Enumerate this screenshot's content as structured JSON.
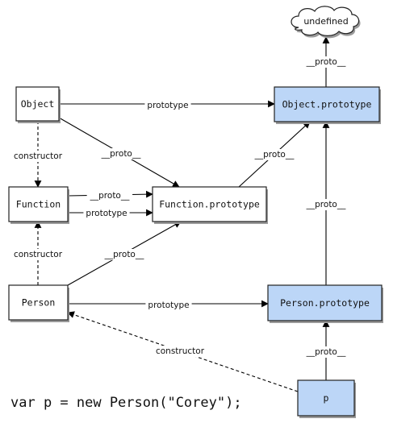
{
  "colors": {
    "plain_node": "#ffffff",
    "highlight_node": "#bcd6f7"
  },
  "nodes": {
    "object": {
      "label": "Object",
      "highlight": false
    },
    "function": {
      "label": "Function",
      "highlight": false
    },
    "person": {
      "label": "Person",
      "highlight": false
    },
    "function_prototype": {
      "label": "Function.prototype",
      "highlight": false
    },
    "object_prototype": {
      "label": "Object.prototype",
      "highlight": true
    },
    "person_prototype": {
      "label": "Person.prototype",
      "highlight": true
    },
    "p": {
      "label": "p",
      "highlight": true
    },
    "undefined": {
      "label": "undefined",
      "shape": "cloud"
    }
  },
  "edges": [
    {
      "id": "object-prototype",
      "from": "object",
      "to": "object_prototype",
      "label": "prototype",
      "style": "solid"
    },
    {
      "id": "object-proto",
      "from": "object",
      "to": "function_prototype",
      "label": "__proto__",
      "style": "solid"
    },
    {
      "id": "object-constructor",
      "from": "object",
      "to": "function",
      "label": "constructor",
      "style": "dashed"
    },
    {
      "id": "function-proto",
      "from": "function",
      "to": "function_prototype",
      "label": "__proto__",
      "style": "solid"
    },
    {
      "id": "function-prototype",
      "from": "function",
      "to": "function_prototype",
      "label": "prototype",
      "style": "solid"
    },
    {
      "id": "person-constructor",
      "from": "person",
      "to": "function",
      "label": "constructor",
      "style": "dashed"
    },
    {
      "id": "person-proto",
      "from": "person",
      "to": "function_prototype",
      "label": "__proto__",
      "style": "solid"
    },
    {
      "id": "function-prototype-proto",
      "from": "function_prototype",
      "to": "object_prototype",
      "label": "__proto__",
      "style": "solid"
    },
    {
      "id": "person-prototype",
      "from": "person",
      "to": "person_prototype",
      "label": "prototype",
      "style": "solid"
    },
    {
      "id": "person-prototype-proto",
      "from": "person_prototype",
      "to": "object_prototype",
      "label": "__proto__",
      "style": "solid"
    },
    {
      "id": "object-prototype-proto",
      "from": "object_prototype",
      "to": "undefined",
      "label": "__proto__",
      "style": "solid"
    },
    {
      "id": "p-proto",
      "from": "p",
      "to": "person_prototype",
      "label": "__proto__",
      "style": "solid"
    },
    {
      "id": "p-constructor",
      "from": "p",
      "to": "person",
      "label": "constructor",
      "style": "dashed"
    }
  ],
  "code": "var p = new Person(\"Corey\");"
}
